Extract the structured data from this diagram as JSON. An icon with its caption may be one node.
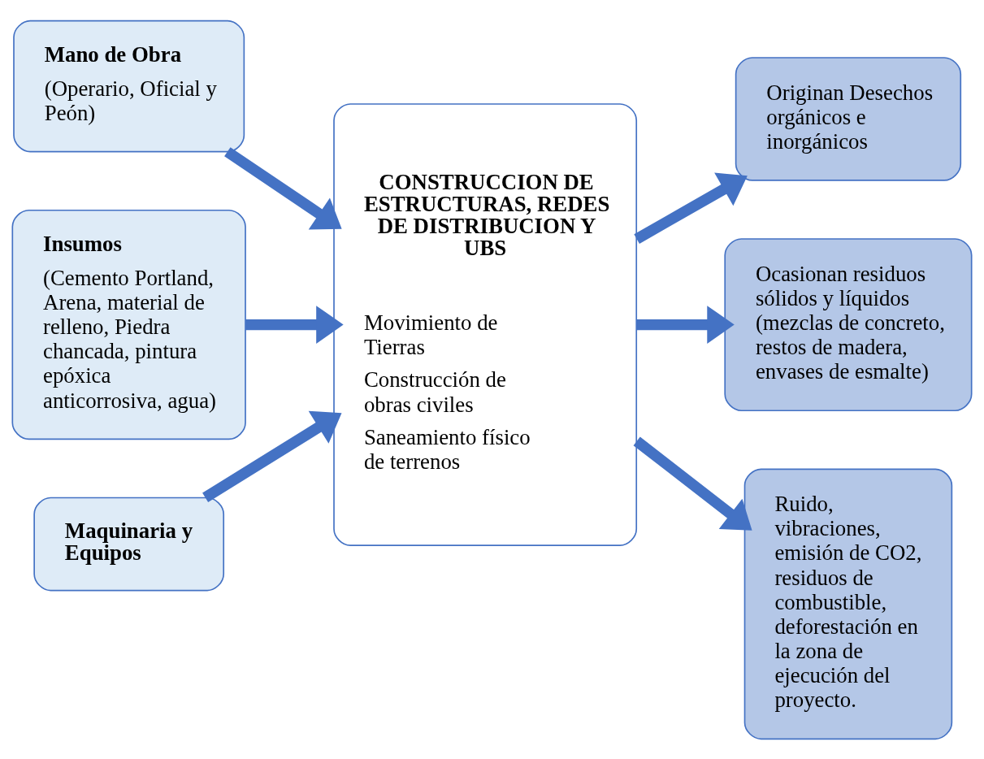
{
  "diagram": {
    "nodes": [
      {
        "text": [
          "Mano de Obra",
          "(Operario, Oficial y Peón)"
        ]
      },
      {
        "text": [
          "Insumos",
          "(Cemento Portland, Arena, material de relleno, Piedra chancada, pintura epóxica anticorrosiva, agua)"
        ]
      },
      {
        "text": [
          "Maquinaria y Equipos"
        ]
      },
      {
        "text": [
          "CONSTRUCCION DE ESTRUCTURAS, REDES DE DISTRIBUCION Y UBS",
          "Movimiento de Tierras",
          "Construcción de obras civiles",
          "Saneamiento físico de terrenos"
        ]
      },
      {
        "text": [
          "Originan Desechos orgánicos e inorgánicos"
        ]
      },
      {
        "text": [
          "Ocasionan residuos sólidos y líquidos (mezclas de concreto, restos de madera, envases de esmalte)"
        ]
      },
      {
        "text": [
          "Ruido, vibraciones, emisión de CO2, residuos de combustible, deforestación en la zona de ejecución del proyecto."
        ]
      }
    ],
    "edges": [
      {
        "from": 0,
        "to": 3,
        "arrow": "to"
      },
      {
        "from": 1,
        "to": 3,
        "arrow": "to"
      },
      {
        "from": 2,
        "to": 3,
        "arrow": "to"
      },
      {
        "from": 3,
        "to": 4,
        "arrow": "to"
      },
      {
        "from": 3,
        "to": 5,
        "arrow": "to"
      },
      {
        "from": 3,
        "to": 6,
        "arrow": "to"
      }
    ]
  }
}
